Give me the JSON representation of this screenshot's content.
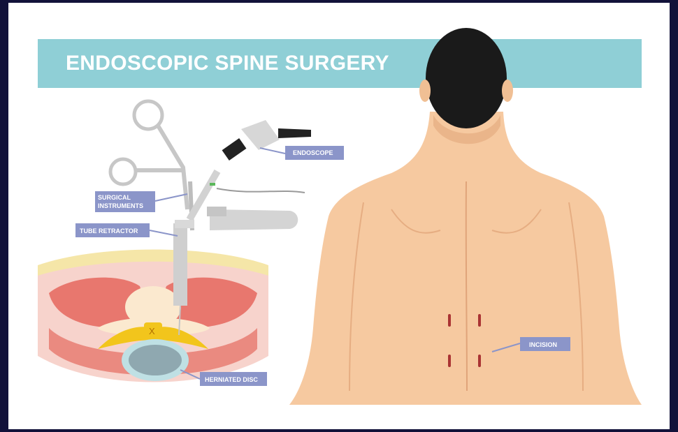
{
  "title": "ENDOSCOPIC SPINE SURGERY",
  "labels": {
    "endoscope": "ENDOSCOPE",
    "surgical_instruments_line1": "SURGICAL",
    "surgical_instruments_line2": "INSTRUMENTS",
    "tube_retractor": "TUBE RETRACTOR",
    "herniated_disc": "HERNIATED DISC",
    "incision": "INCISION"
  },
  "colors": {
    "banner": "#8fcfd6",
    "label_bg": "#8b95c9",
    "skin": "#f6c9a0",
    "hair": "#1a1a1a",
    "frame": "#12123a"
  }
}
